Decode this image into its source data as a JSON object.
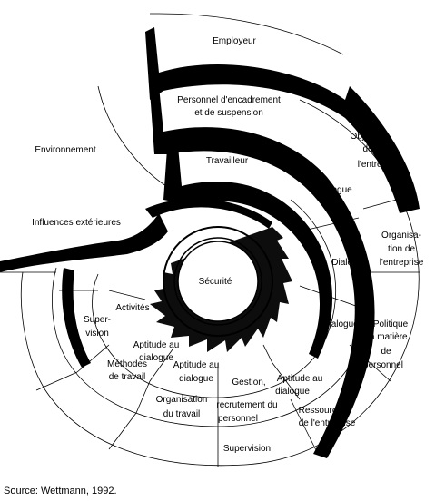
{
  "diagram": {
    "layers": {
      "employeur": "Employeur",
      "personnel_line1": "Personnel d'encadrement",
      "personnel_line2": "et de suspension",
      "travailleur": "Travailleur",
      "environnement": "Environnement",
      "influences": "Influences extérieures",
      "securite": "Sécurité"
    },
    "outer_ring": {
      "objectifs": [
        "Objectifs",
        "de",
        "l'entreprise"
      ],
      "organisation_entreprise": [
        "Organisa-",
        "tion de",
        "l'entreprise"
      ],
      "politique": [
        "Politique",
        "en matière",
        "de",
        "personnel"
      ],
      "ressources": [
        "Ressources",
        "de l'entreprise"
      ],
      "supervision_bottom": "Supervision"
    },
    "middle_ring": {
      "dialogue_1": "Dialogue",
      "dialogue_2": "Dialogue",
      "dialogue_3": "Dialogue",
      "aptitude_right": [
        "Aptitude au",
        "dialogue"
      ],
      "gestion": [
        "Gestion,",
        "recrutement du",
        "personnel"
      ],
      "organisation_travail": [
        "Organisation",
        "du travail"
      ],
      "methodes": [
        "Méthodes",
        "de travail"
      ],
      "supervision_left": [
        "Super-",
        "vision"
      ]
    },
    "inner_ring": {
      "activites": "Activités",
      "aptitude_1": [
        "Aptitude au",
        "dialogue"
      ],
      "aptitude_2": [
        "Aptitude au",
        "dialogue"
      ]
    },
    "source": "Source: Wettmann, 1992."
  }
}
